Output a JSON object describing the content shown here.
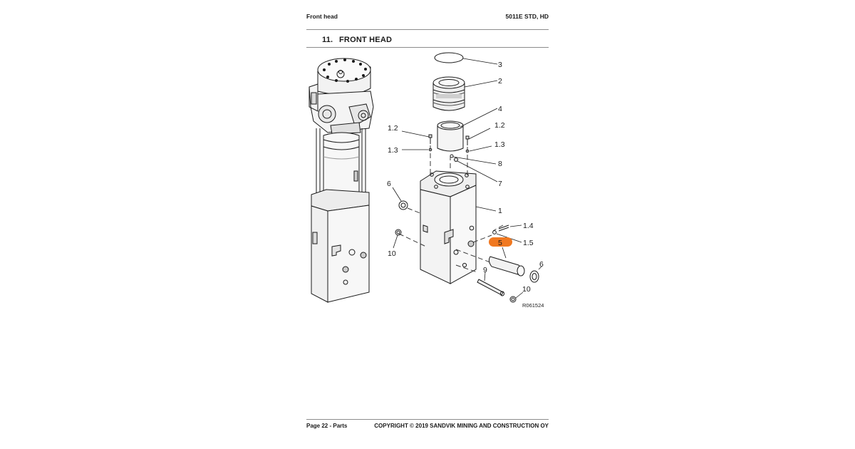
{
  "header": {
    "left": "Front head",
    "right": "5011E STD, HD"
  },
  "section": {
    "number": "11.",
    "title": "FRONT HEAD"
  },
  "figure": {
    "reference": "R061524",
    "callouts": [
      "3",
      "2",
      "4",
      "1.2",
      "1.2",
      "1.3",
      "1.3",
      "8",
      "7",
      "6",
      "1",
      "1.4",
      "1.5",
      "5",
      "6",
      "10",
      "9",
      "10"
    ],
    "highlight_color": "#f07820"
  },
  "footer": {
    "left": "Page 22 - Parts",
    "right": "COPYRIGHT © 2019 SANDVIK MINING AND CONSTRUCTION OY"
  }
}
